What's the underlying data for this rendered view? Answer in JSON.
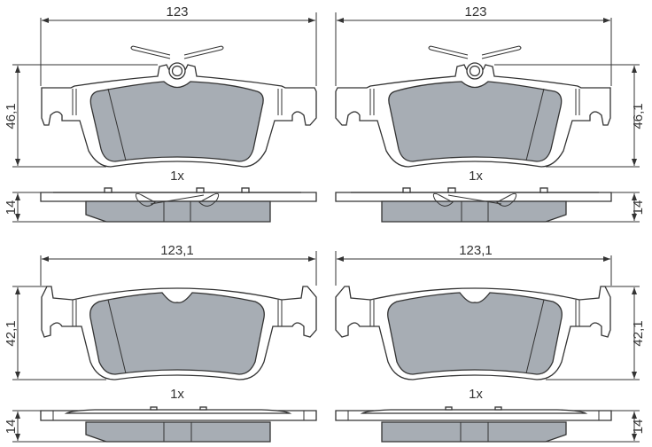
{
  "drawing": {
    "top_pad": {
      "width_label": "123",
      "height_label": "46,1",
      "quantity_label": "1x",
      "thickness_label": "14"
    },
    "bottom_pad": {
      "width_label": "123,1",
      "height_label": "42,1",
      "quantity_label": "1x",
      "thickness_label": "14"
    }
  },
  "colors": {
    "friction_material": "#a7adb4",
    "lines": "#333333"
  }
}
